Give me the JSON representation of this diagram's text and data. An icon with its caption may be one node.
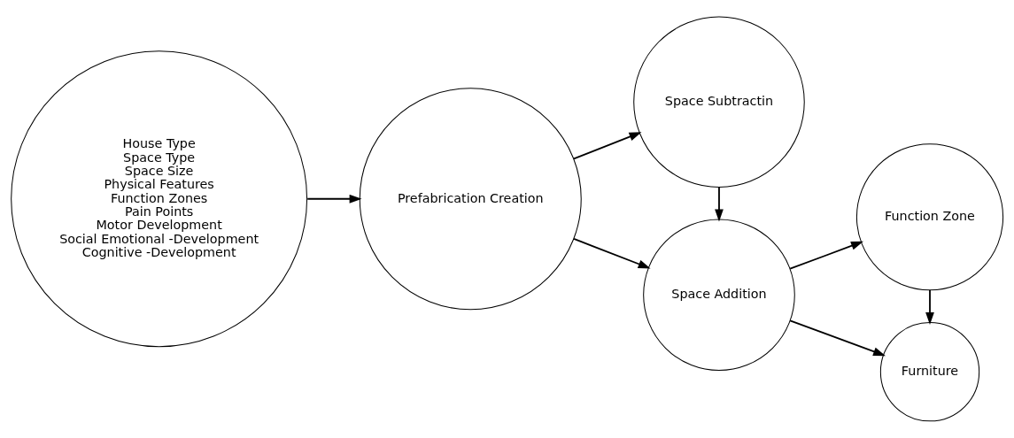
{
  "diagram": {
    "nodes": [
      {
        "text": [
          "House Type",
          "Space Type",
          "Space Size",
          "Physical Features",
          "Function Zones",
          "Pain Points",
          "Motor Development",
          "Social Emotional -Development",
          "Cognitive -Development"
        ]
      },
      {
        "text": [
          "Prefabrication Creation"
        ]
      },
      {
        "text": [
          "Space Subtractin"
        ]
      },
      {
        "text": [
          "Space Addition"
        ]
      },
      {
        "text": [
          "Function Zone"
        ]
      },
      {
        "text": [
          "Furniture"
        ]
      }
    ],
    "edges": [
      {
        "from": 0,
        "to": 1,
        "arrow": "to"
      },
      {
        "from": 1,
        "to": 2,
        "arrow": "to"
      },
      {
        "from": 1,
        "to": 3,
        "arrow": "to"
      },
      {
        "from": 2,
        "to": 3,
        "arrow": "to"
      },
      {
        "from": 3,
        "to": 4,
        "arrow": "to"
      },
      {
        "from": 3,
        "to": 5,
        "arrow": "to"
      },
      {
        "from": 4,
        "to": 5,
        "arrow": "to"
      }
    ]
  }
}
